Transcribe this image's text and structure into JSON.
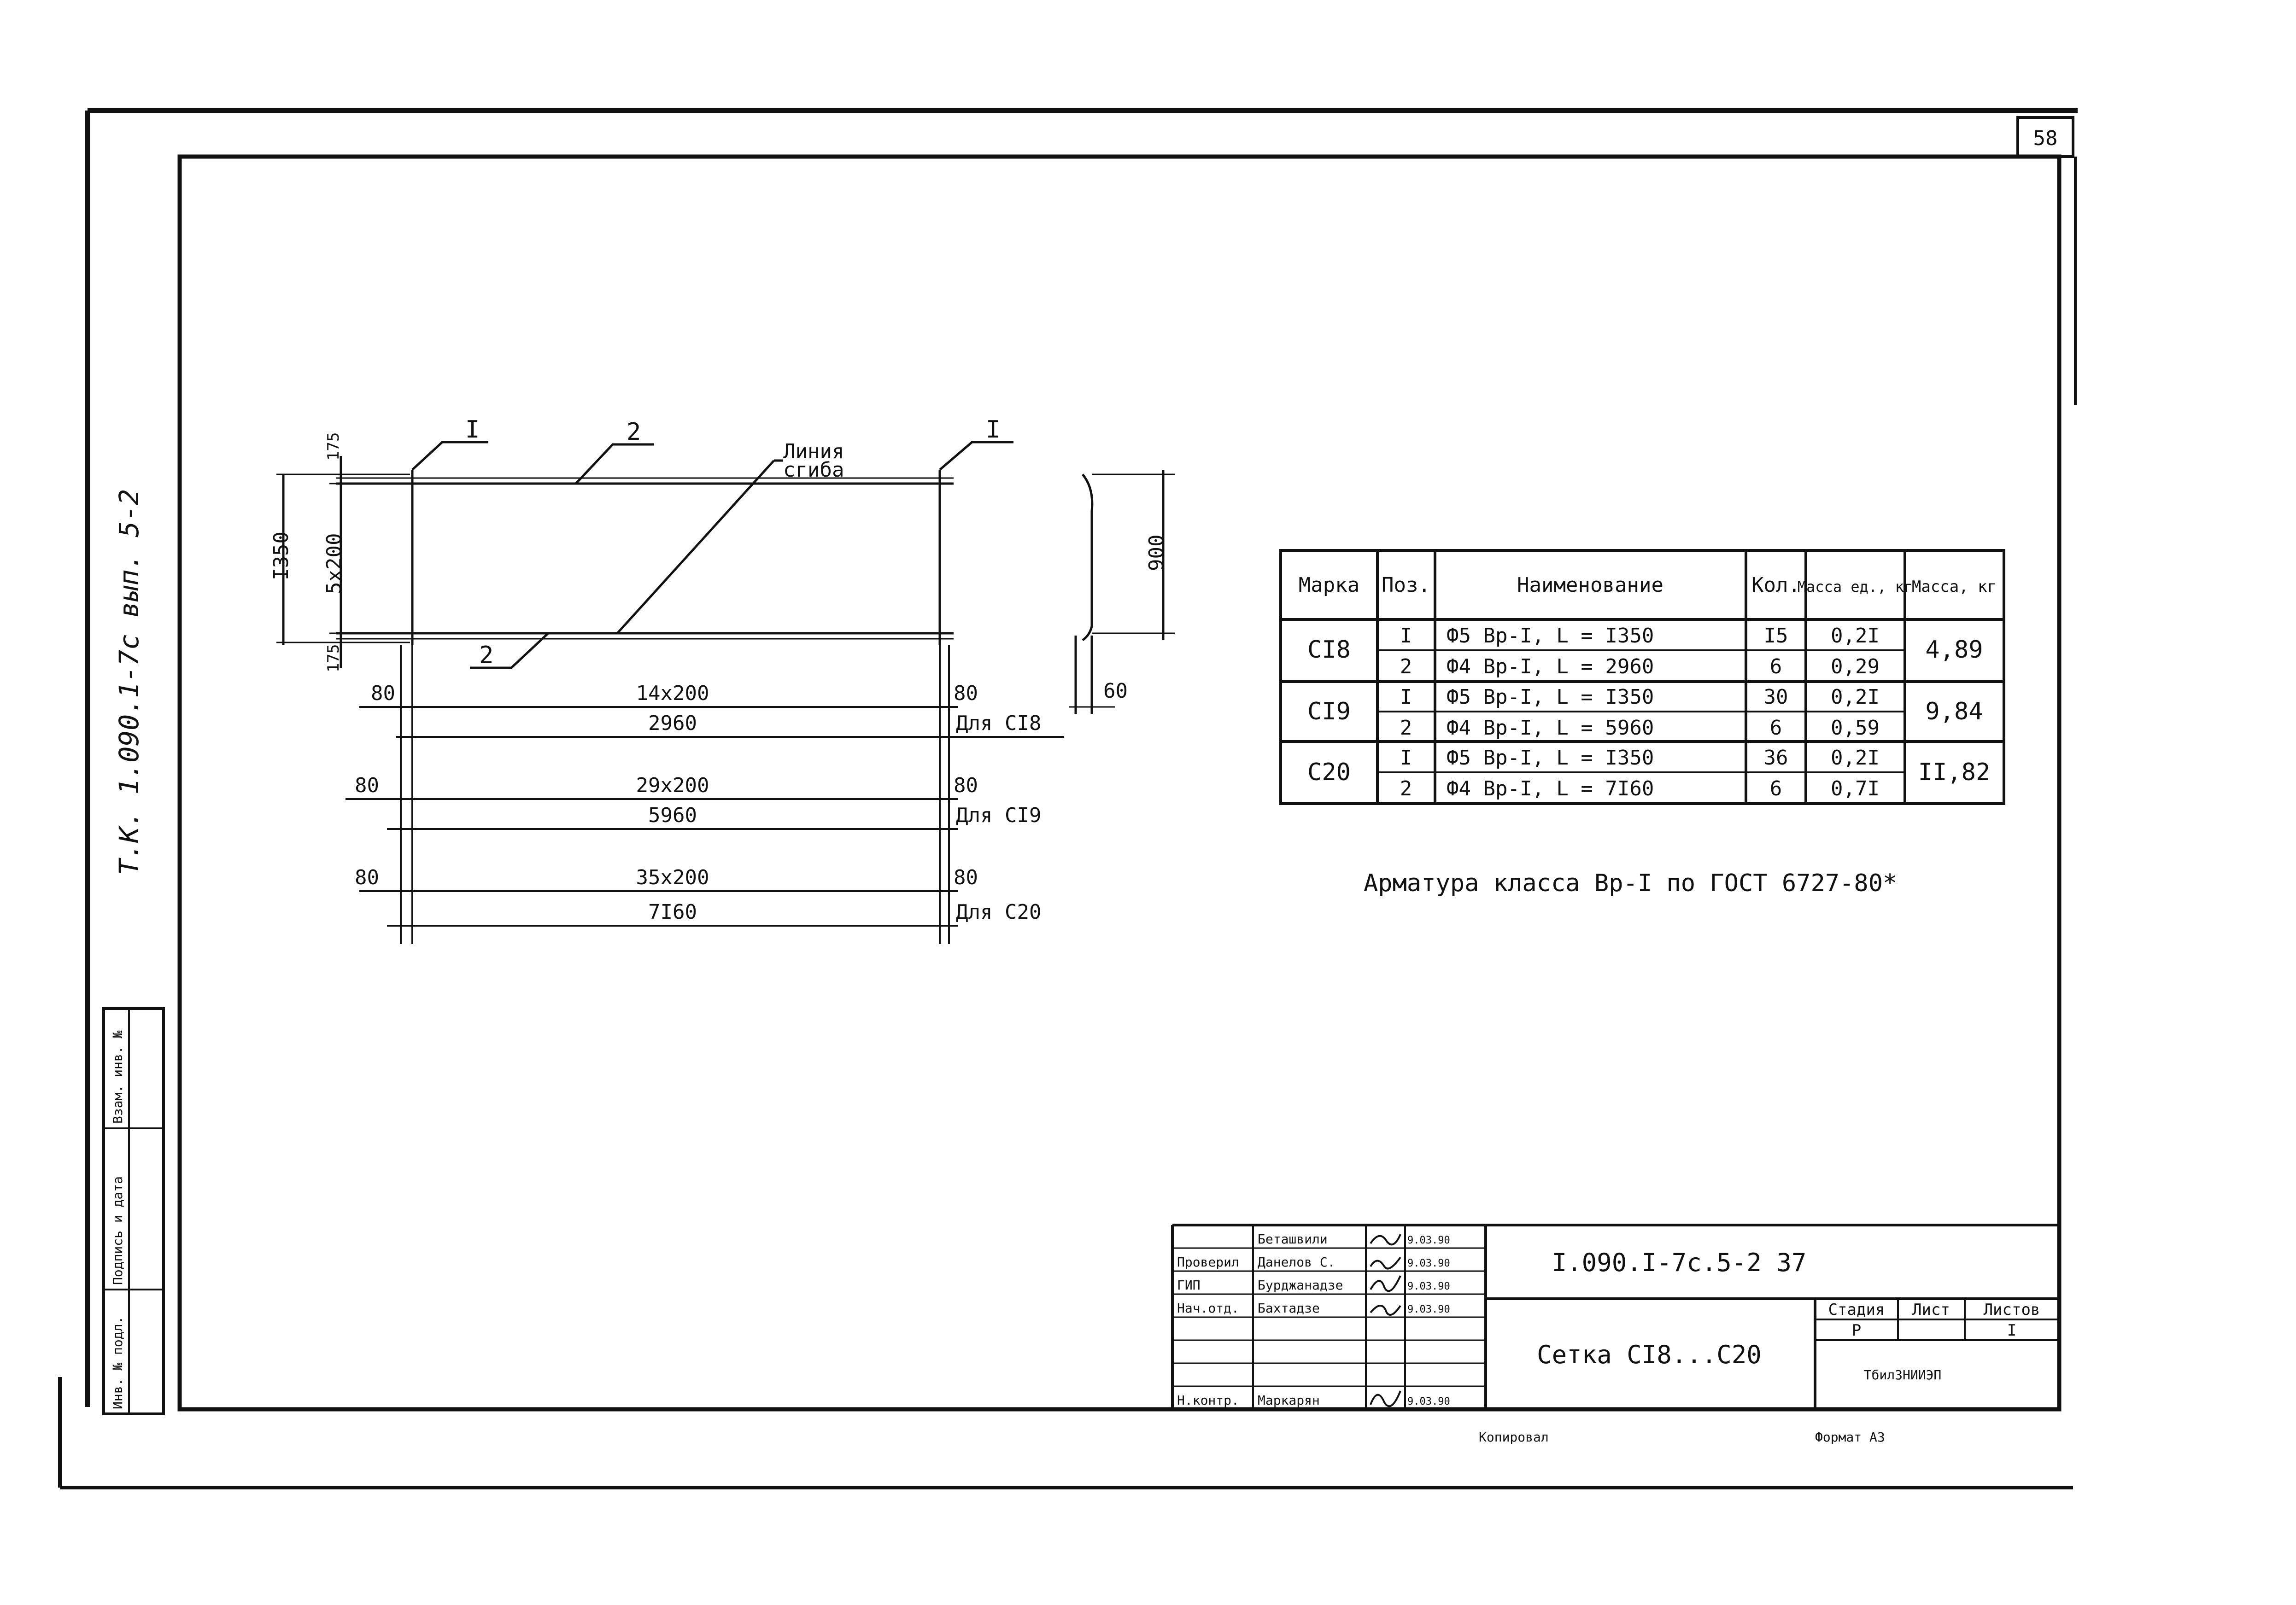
{
  "page_number": "58",
  "side_label": "Т.К. 1.090.1-7с вып. 5-2",
  "stamp_cells": [
    "Инв. № подл.",
    "Подпись и дата",
    "Взам. инв. №"
  ],
  "drawing": {
    "marks": [
      "I",
      "2",
      "I",
      "2"
    ],
    "bend_label_line1": "Линия",
    "bend_label_line2": "сгиба",
    "dim_top": "175",
    "dim_bottom": "175",
    "dim_total": "I350",
    "dim_inner": "5х200",
    "side_height": "900",
    "side_foot": "60",
    "rows": [
      {
        "left": "80",
        "span": "14х200",
        "right": "80",
        "length": "2960",
        "label": "Для СI8"
      },
      {
        "left": "80",
        "span": "29х200",
        "right": "80",
        "length": "5960",
        "label": "Для СI9"
      },
      {
        "left": "80",
        "span": "35х200",
        "right": "80",
        "length": "7I60",
        "label": "Для С20"
      }
    ]
  },
  "table": {
    "headers": [
      "Марка",
      "Поз.",
      "Наименование",
      "Кол.",
      "Масса ед., кг",
      "Масса, кг"
    ],
    "groups": [
      {
        "mark": "СI8",
        "total": "4,89",
        "rows": [
          {
            "pos": "I",
            "name": "Ф5 Вр-I, L = I350",
            "qty": "I5",
            "unit": "0,2I"
          },
          {
            "pos": "2",
            "name": "Ф4 Вр-I, L = 2960",
            "qty": "6",
            "unit": "0,29"
          }
        ]
      },
      {
        "mark": "СI9",
        "total": "9,84",
        "rows": [
          {
            "pos": "I",
            "name": "Ф5 Вр-I, L = I350",
            "qty": "30",
            "unit": "0,2I"
          },
          {
            "pos": "2",
            "name": "Ф4 Вр-I, L = 5960",
            "qty": "6",
            "unit": "0,59"
          }
        ]
      },
      {
        "mark": "С20",
        "total": "II,82",
        "rows": [
          {
            "pos": "I",
            "name": "Ф5 Вр-I, L = I350",
            "qty": "36",
            "unit": "0,2I"
          },
          {
            "pos": "2",
            "name": "Ф4 Вр-I, L = 7I60",
            "qty": "6",
            "unit": "0,7I"
          }
        ]
      }
    ]
  },
  "note": "Арматура класса Вр-I по ГОСТ 6727-80*",
  "title_block": {
    "doc_code": "I.090.I-7с.5-2 37",
    "title": "Сетка СI8...С20",
    "roles": [
      "",
      "Проверил",
      "ГИП",
      "Нач.отд.",
      "",
      "",
      "",
      "Н.контр."
    ],
    "names": [
      "Беташвили",
      "Данелов С.",
      "Бурджанадзе",
      "Бахтадзе",
      "",
      "",
      "",
      "Маркарян"
    ],
    "dates": [
      "9.03.90",
      "9.03.90",
      "9.03.90",
      "9.03.90",
      "",
      "",
      "",
      "9.03.90"
    ],
    "stage_header": "Стадия",
    "sheet_header": "Лист",
    "sheets_header": "Листов",
    "stage": "Р",
    "sheet": "",
    "sheets": "I",
    "org": "ТбилЗНИИЭП",
    "copied": "Копировал",
    "format": "Формат А3"
  },
  "colors": {
    "ink": "#111111",
    "paper": "#ffffff"
  }
}
